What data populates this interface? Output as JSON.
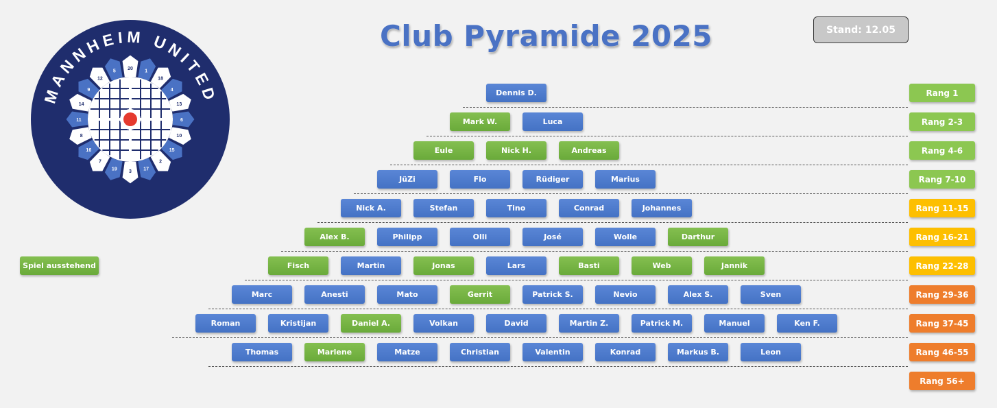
{
  "title": "Club Pyramide 2025",
  "stand": "Stand: 12.05",
  "logo": {
    "text": "MANNHEIM UNITED",
    "numbers": [
      "20",
      "1",
      "18",
      "4",
      "13",
      "6",
      "10",
      "15",
      "2",
      "17",
      "3",
      "19",
      "7",
      "16",
      "8",
      "11",
      "14",
      "9",
      "12",
      "5"
    ]
  },
  "legend": {
    "label": "Spiel ausstehend",
    "color": "#6aaa3a"
  },
  "colors": {
    "blue": "#4472c4",
    "green": "#6aaa3a",
    "rank_green": "#8cc751",
    "rank_yellow": "#fdbf00",
    "rank_orange": "#ee7d2c",
    "logo_navy": "#1f2d6d",
    "logo_blue": "#4a72c4",
    "bull_red": "#e53a2e"
  },
  "rows": [
    {
      "rank": "Rang 1",
      "rank_color": "green",
      "players": [
        {
          "name": "Dennis D.",
          "status": "blue"
        }
      ]
    },
    {
      "rank": "Rang 2-3",
      "rank_color": "green",
      "players": [
        {
          "name": "Mark W.",
          "status": "green"
        },
        {
          "name": "Luca",
          "status": "blue"
        }
      ]
    },
    {
      "rank": "Rang 4-6",
      "rank_color": "green",
      "players": [
        {
          "name": "Eule",
          "status": "green"
        },
        {
          "name": "Nick H.",
          "status": "green"
        },
        {
          "name": "Andreas",
          "status": "green"
        }
      ]
    },
    {
      "rank": "Rang 7-10",
      "rank_color": "green",
      "players": [
        {
          "name": "JüZi",
          "status": "blue"
        },
        {
          "name": "Flo",
          "status": "blue"
        },
        {
          "name": "Rüdiger",
          "status": "blue"
        },
        {
          "name": "Marius",
          "status": "blue"
        }
      ]
    },
    {
      "rank": "Rang 11-15",
      "rank_color": "yellow",
      "players": [
        {
          "name": "Nick A.",
          "status": "blue"
        },
        {
          "name": "Stefan",
          "status": "blue"
        },
        {
          "name": "Tino",
          "status": "blue"
        },
        {
          "name": "Conrad",
          "status": "blue"
        },
        {
          "name": "Johannes",
          "status": "blue"
        }
      ]
    },
    {
      "rank": "Rang 16-21",
      "rank_color": "yellow",
      "players": [
        {
          "name": "Alex B.",
          "status": "green"
        },
        {
          "name": "Philipp",
          "status": "blue"
        },
        {
          "name": "Olli",
          "status": "blue"
        },
        {
          "name": "José",
          "status": "blue"
        },
        {
          "name": "Wolle",
          "status": "blue"
        },
        {
          "name": "Darthur",
          "status": "green"
        }
      ]
    },
    {
      "rank": "Rang 22-28",
      "rank_color": "yellow",
      "players": [
        {
          "name": "Fisch",
          "status": "green"
        },
        {
          "name": "Martin",
          "status": "blue"
        },
        {
          "name": "Jonas",
          "status": "green"
        },
        {
          "name": "Lars",
          "status": "blue"
        },
        {
          "name": "Basti",
          "status": "green"
        },
        {
          "name": "Web",
          "status": "green"
        },
        {
          "name": "Jannik",
          "status": "green"
        }
      ]
    },
    {
      "rank": "Rang 29-36",
      "rank_color": "orange",
      "players": [
        {
          "name": "Marc",
          "status": "blue"
        },
        {
          "name": "Anesti",
          "status": "blue"
        },
        {
          "name": "Mato",
          "status": "blue"
        },
        {
          "name": "Gerrit",
          "status": "green"
        },
        {
          "name": "Patrick S.",
          "status": "blue"
        },
        {
          "name": "Nevio",
          "status": "blue"
        },
        {
          "name": "Alex S.",
          "status": "blue"
        },
        {
          "name": "Sven",
          "status": "blue"
        }
      ]
    },
    {
      "rank": "Rang 37-45",
      "rank_color": "orange",
      "players": [
        {
          "name": "Roman",
          "status": "blue"
        },
        {
          "name": "Kristijan",
          "status": "blue"
        },
        {
          "name": "Daniel A.",
          "status": "green"
        },
        {
          "name": "Volkan",
          "status": "blue"
        },
        {
          "name": "David",
          "status": "blue"
        },
        {
          "name": "Martin Z.",
          "status": "blue"
        },
        {
          "name": "Patrick M.",
          "status": "blue"
        },
        {
          "name": "Manuel",
          "status": "blue"
        },
        {
          "name": "Ken F.",
          "status": "blue"
        }
      ]
    },
    {
      "rank": "Rang 46-55",
      "rank_color": "orange",
      "players": [
        {
          "name": "Thomas",
          "status": "blue"
        },
        {
          "name": "Marlene",
          "status": "green"
        },
        {
          "name": "Matze",
          "status": "blue"
        },
        {
          "name": "Christian",
          "status": "blue"
        },
        {
          "name": "Valentin",
          "status": "blue"
        },
        {
          "name": "Konrad",
          "status": "blue"
        },
        {
          "name": "Markus B.",
          "status": "blue"
        },
        {
          "name": "Leon",
          "status": "blue"
        }
      ]
    },
    {
      "rank": "Rang 56+",
      "rank_color": "orange",
      "players": []
    }
  ]
}
